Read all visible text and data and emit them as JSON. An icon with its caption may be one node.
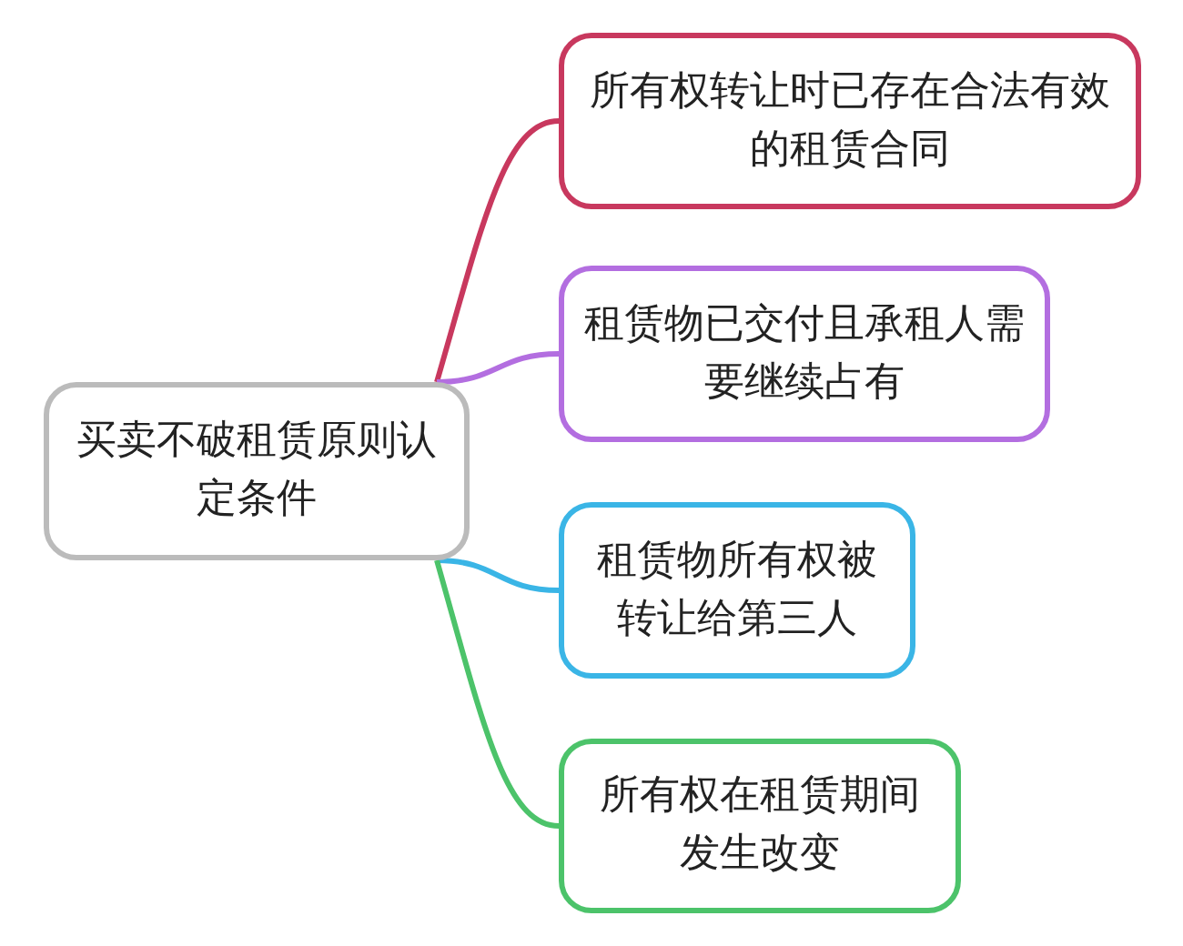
{
  "diagram": {
    "nodes": [
      {
        "text": [
          "买卖不破租赁原则认定条件"
        ]
      },
      {
        "text": [
          "所有权转让时已存在合法有效的租赁合同"
        ]
      },
      {
        "text": [
          "租赁物已交付且承租人需要继续占有"
        ]
      },
      {
        "text": [
          "租赁物所有权被转让给第三人"
        ]
      },
      {
        "text": [
          "所有权在租赁期间发生改变"
        ]
      }
    ],
    "edges": [
      {
        "from": 0,
        "to": 1,
        "arrow": "none",
        "color": "#c8385e"
      },
      {
        "from": 0,
        "to": 2,
        "arrow": "none",
        "color": "#b36ee0"
      },
      {
        "from": 0,
        "to": 3,
        "arrow": "none",
        "color": "#3ab5e6"
      },
      {
        "from": 0,
        "to": 4,
        "arrow": "none",
        "color": "#4cc36a"
      }
    ]
  }
}
